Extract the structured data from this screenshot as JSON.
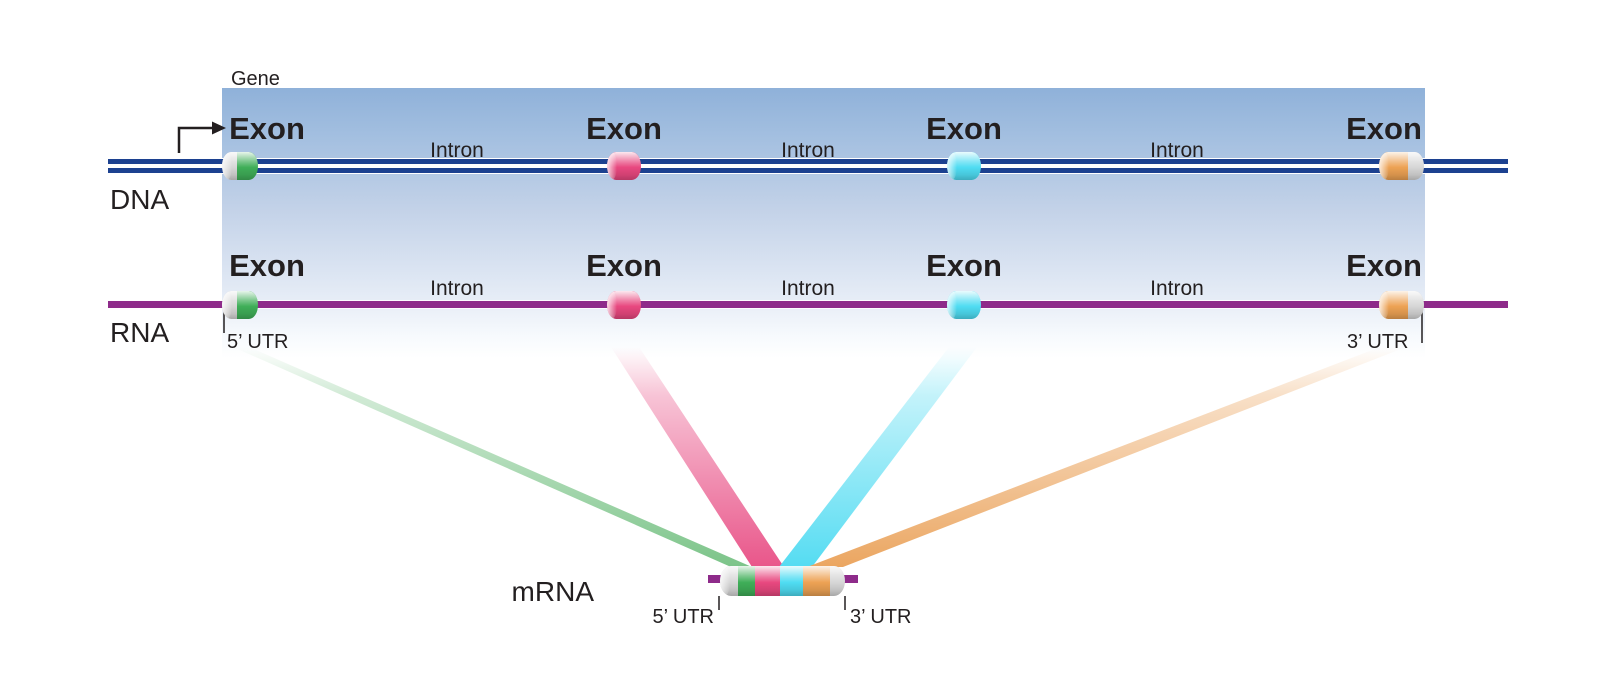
{
  "gene": {
    "label": "Gene"
  },
  "dna": {
    "label": "DNA",
    "exon_labels": [
      "Exon",
      "Exon",
      "Exon",
      "Exon"
    ],
    "intron_labels": [
      "Intron",
      "Intron",
      "Intron"
    ]
  },
  "rna": {
    "label": "RNA",
    "exon_labels": [
      "Exon",
      "Exon",
      "Exon",
      "Exon"
    ],
    "intron_labels": [
      "Intron",
      "Intron",
      "Intron"
    ],
    "utr5_label": "5’ UTR",
    "utr3_label": "3’ UTR"
  },
  "mrna": {
    "label": "mRNA",
    "utr5_label": "5’ UTR",
    "utr3_label": "3’ UTR"
  },
  "colors": {
    "gene_box_top": "#8fb1d9",
    "dna_line": "#1c4190",
    "rna_line": "#8e2b8a",
    "exon_green": "#3fae58",
    "exon_pink": "#e8487f",
    "exon_cyan": "#4fdcf2",
    "exon_orange": "#eda254",
    "utr_gray": "#d6d6d6",
    "beam_green": "#7cc489",
    "beam_pink": "#e9568a",
    "beam_cyan": "#55dcf2",
    "beam_orange": "#eba661"
  }
}
